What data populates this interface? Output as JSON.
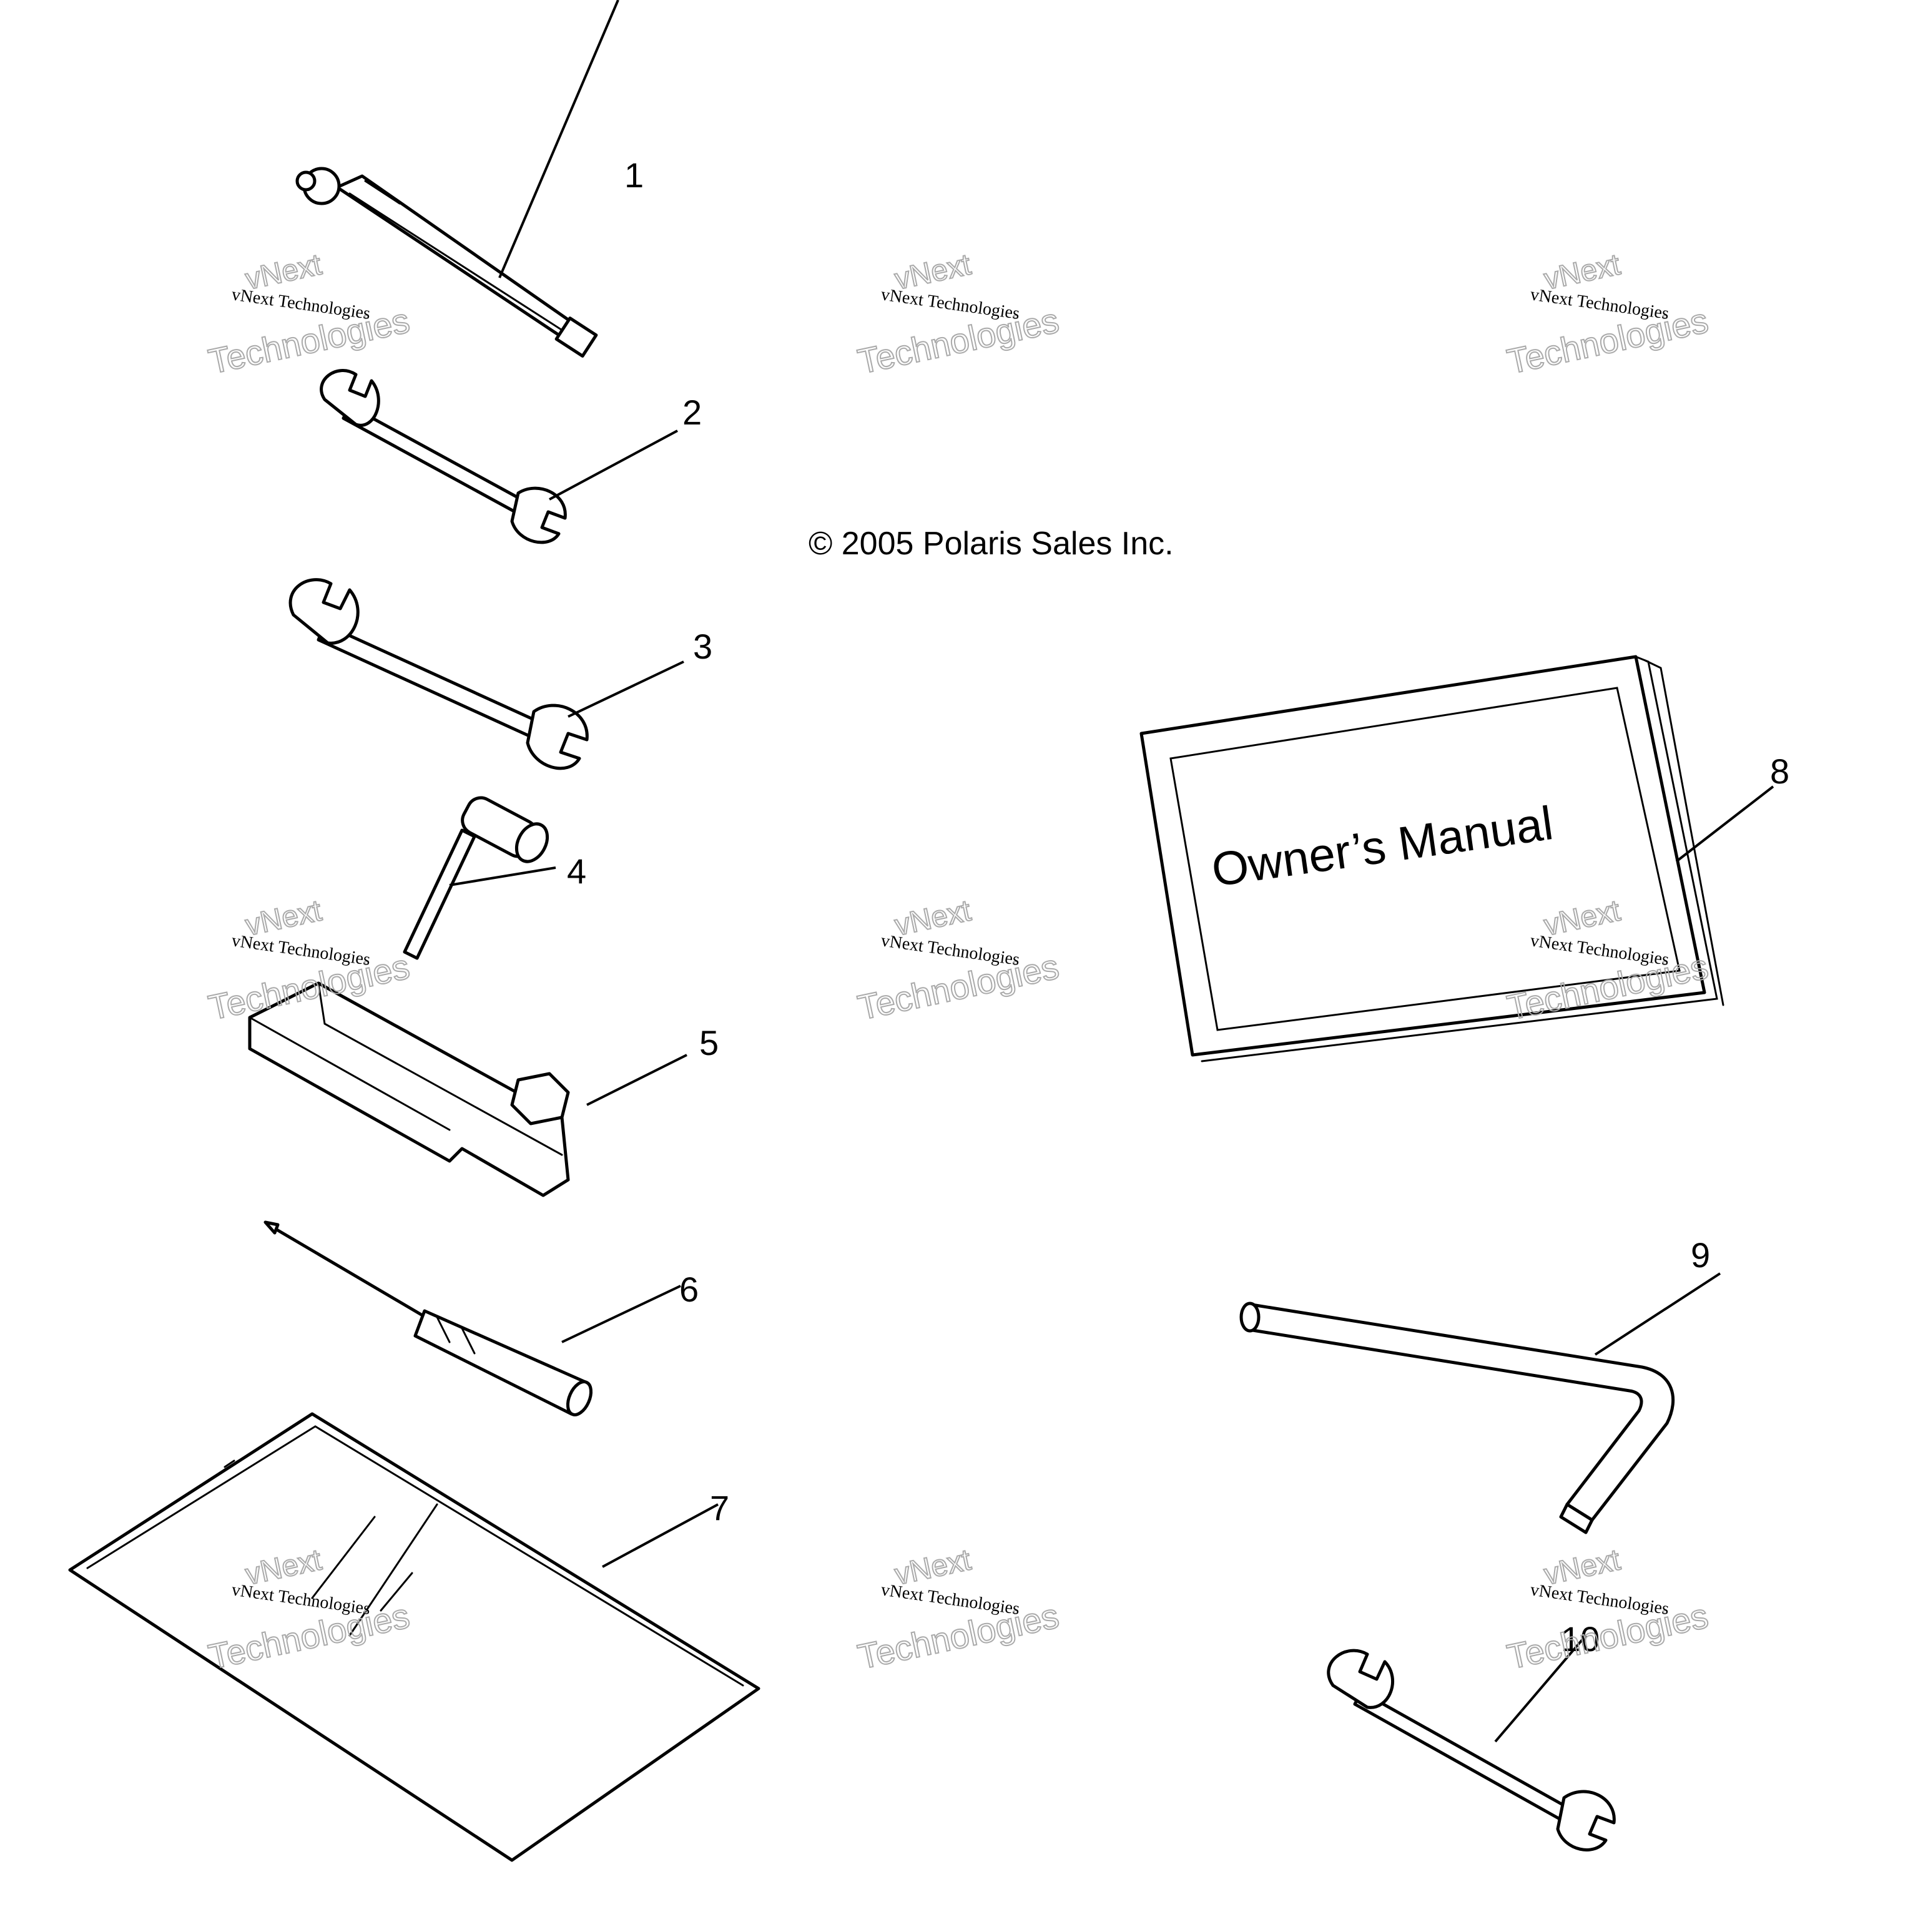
{
  "copyright": "© 2005 Polaris Sales Inc.",
  "owners_manual_title": "Owner’s Manual",
  "callouts": [
    "1",
    "2",
    "3",
    "4",
    "5",
    "6",
    "7",
    "8",
    "9",
    "10"
  ],
  "watermark": {
    "brand_line": "vNext Technologies",
    "outline_line1": "vNext",
    "outline_line2": "Technologies"
  }
}
